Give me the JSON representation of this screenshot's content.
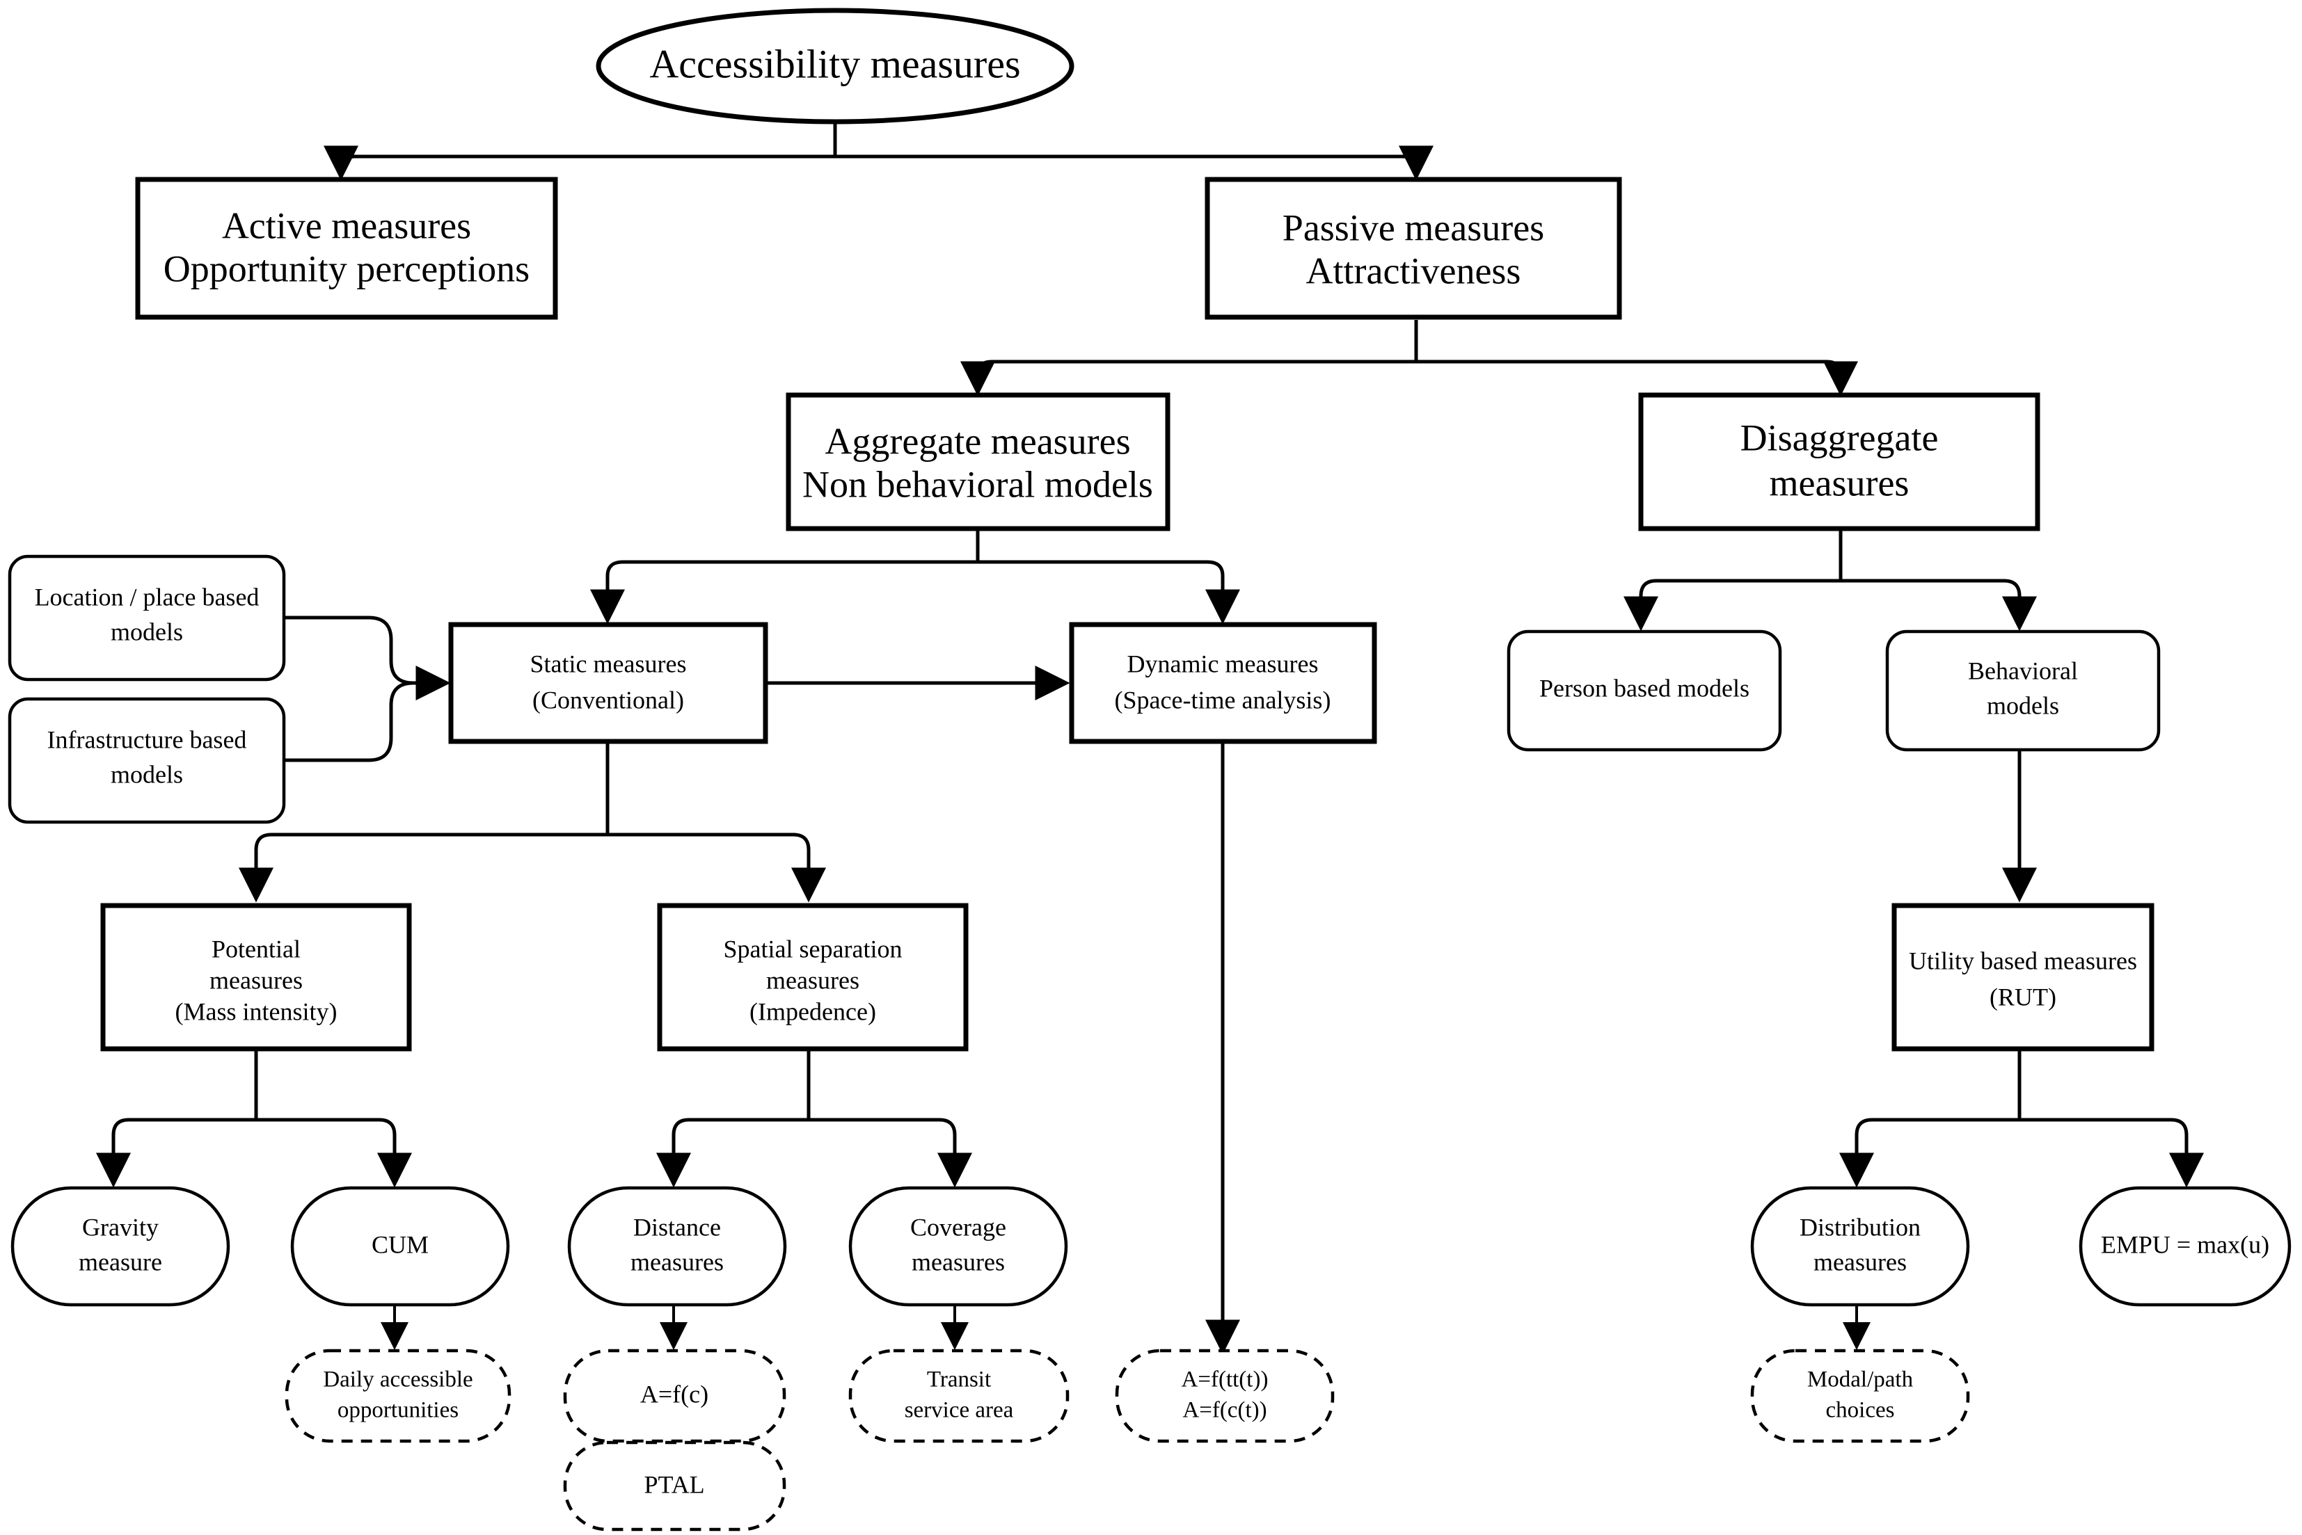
{
  "diagram": {
    "title": "Accessibility measures taxonomy flowchart",
    "accent_color": "#000000",
    "background_color": "#ffffff"
  },
  "nodes": {
    "root": {
      "label": "Accessibility  measures",
      "shape": "ellipse"
    },
    "active": {
      "line1": "Active measures",
      "line2": "Opportunity perceptions",
      "shape": "rect"
    },
    "passive": {
      "line1": "Passive measures",
      "line2": "Attractiveness",
      "shape": "rect"
    },
    "aggregate": {
      "line1": "Aggregate  measures",
      "line2": "Non behavioral models",
      "shape": "rect"
    },
    "disaggregate": {
      "line1": "Disaggregate",
      "line2": "measures",
      "shape": "rect"
    },
    "location_based": {
      "line1": "Location / place based",
      "line2": "models",
      "shape": "rounded-rect"
    },
    "infrastructure_based": {
      "line1": "Infrastructure based",
      "line2": "models",
      "shape": "rounded-rect"
    },
    "static": {
      "line1": "Static measures",
      "line2": "(Conventional)",
      "shape": "rect"
    },
    "dynamic": {
      "line1": "Dynamic measures",
      "line2": "(Space-time analysis)",
      "shape": "rect"
    },
    "person_based": {
      "line1": "Person based models",
      "shape": "rounded-rect"
    },
    "behavioral": {
      "line1": "Behavioral",
      "line2": "models",
      "shape": "rounded-rect"
    },
    "potential": {
      "line1": "Potential",
      "line2": "measures",
      "line3": "(Mass intensity)",
      "shape": "rect"
    },
    "spatial_separation": {
      "line1": "Spatial separation",
      "line2": "measures",
      "line3": "(Impedence)",
      "shape": "rect"
    },
    "utility_based": {
      "line1": "Utility based measures",
      "line2": "(RUT)",
      "shape": "rect"
    },
    "gravity": {
      "line1": "Gravity",
      "line2": "measure",
      "shape": "stadium"
    },
    "cum": {
      "line1": "CUM",
      "shape": "stadium"
    },
    "distance": {
      "line1": "Distance",
      "line2": "measures",
      "shape": "stadium"
    },
    "coverage": {
      "line1": "Coverage",
      "line2": "measures",
      "shape": "stadium"
    },
    "distribution": {
      "line1": "Distribution",
      "line2": "measures",
      "shape": "stadium"
    },
    "empu": {
      "line1": "EMPU = max(u)",
      "shape": "stadium"
    },
    "daily_accessible": {
      "line1": "Daily accessible",
      "line2": "opportunities",
      "shape": "dashed-stadium"
    },
    "a_f_c": {
      "line1": "A=f(c)",
      "shape": "dashed-stadium"
    },
    "ptal": {
      "line1": "PTAL",
      "shape": "dashed-stadium"
    },
    "transit_service": {
      "line1": "Transit",
      "line2": "service area",
      "shape": "dashed-stadium"
    },
    "a_f_tt": {
      "line1": "A=f(tt(t))",
      "line2": "A=f(c(t))",
      "shape": "dashed-stadium"
    },
    "modal_path": {
      "line1": "Modal/path",
      "line2": "choices",
      "shape": "dashed-stadium"
    }
  },
  "edges": [
    {
      "from": "root",
      "to": "active"
    },
    {
      "from": "root",
      "to": "passive"
    },
    {
      "from": "passive",
      "to": "aggregate"
    },
    {
      "from": "passive",
      "to": "disaggregate"
    },
    {
      "from": "aggregate",
      "to": "static"
    },
    {
      "from": "aggregate",
      "to": "dynamic"
    },
    {
      "from": "location_based",
      "to": "static"
    },
    {
      "from": "infrastructure_based",
      "to": "static"
    },
    {
      "from": "static",
      "to": "dynamic"
    },
    {
      "from": "static",
      "to": "potential"
    },
    {
      "from": "static",
      "to": "spatial_separation"
    },
    {
      "from": "disaggregate",
      "to": "person_based"
    },
    {
      "from": "disaggregate",
      "to": "behavioral"
    },
    {
      "from": "behavioral",
      "to": "utility_based"
    },
    {
      "from": "potential",
      "to": "gravity"
    },
    {
      "from": "potential",
      "to": "cum"
    },
    {
      "from": "spatial_separation",
      "to": "distance"
    },
    {
      "from": "spatial_separation",
      "to": "coverage"
    },
    {
      "from": "utility_based",
      "to": "distribution"
    },
    {
      "from": "utility_based",
      "to": "empu"
    },
    {
      "from": "cum",
      "to": "daily_accessible"
    },
    {
      "from": "distance",
      "to": "a_f_c"
    },
    {
      "from": "a_f_c",
      "to": "ptal"
    },
    {
      "from": "coverage",
      "to": "transit_service"
    },
    {
      "from": "dynamic",
      "to": "a_f_tt"
    },
    {
      "from": "distribution",
      "to": "modal_path"
    }
  ]
}
